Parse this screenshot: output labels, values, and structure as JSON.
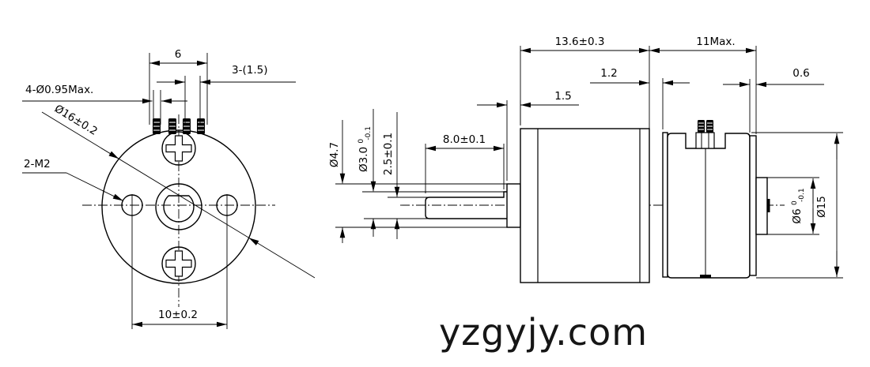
{
  "drawing": {
    "front_view": {
      "pins_overall": "6",
      "pin_pitch": "3-(1.5)",
      "pin_diameter": "4-Ø0.95Max.",
      "bolt_circle": "Ø16±0.2",
      "mount_holes": "2-M2",
      "hole_spacing": "10±0.2"
    },
    "side_view": {
      "gearbox_length": "13.6±0.3",
      "motor_length": "11Max.",
      "spacer": "1.2",
      "front_boss_length": "1.5",
      "rear_step": "0.6",
      "shaft_flat_length": "8.0±0.1",
      "front_boss_dia": "Ø4.7",
      "shaft_dia": {
        "base": "Ø3.0",
        "upper": "0",
        "lower": "-0.1"
      },
      "shaft_flat_height": "2.5±0.1",
      "rear_boss_dia": {
        "base": "Ø6",
        "upper": "0",
        "lower": "-0.1"
      },
      "body_dia": "Ø15"
    },
    "watermark": "yzgyjy.com",
    "line_color": "#000000",
    "background": "#ffffff"
  }
}
